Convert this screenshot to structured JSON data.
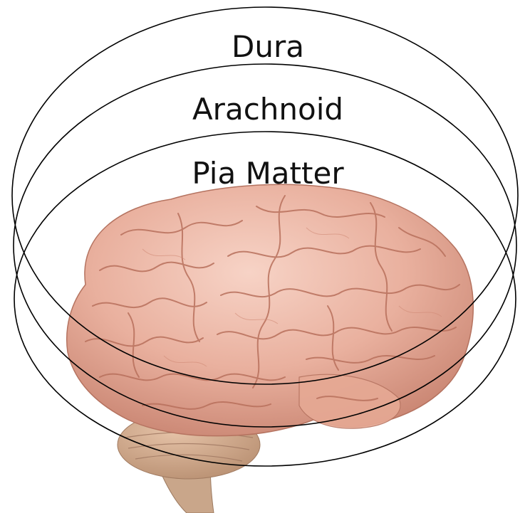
{
  "diagram": {
    "layers": [
      {
        "label": "Dura"
      },
      {
        "label": "Arachnoid"
      },
      {
        "label": "Pia Matter"
      }
    ],
    "image": "brain-image",
    "colors": {
      "brain_light": "#f2c3b3",
      "brain_mid": "#e2a08c",
      "brain_dark": "#b46e5a",
      "brainstem": "#c7a58a",
      "outline": "#000000"
    }
  }
}
